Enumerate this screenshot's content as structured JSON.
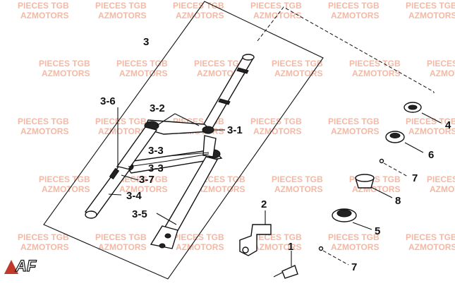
{
  "watermark": {
    "line1": "PIECES TGB",
    "line2": "AZMOTORS"
  },
  "labels": {
    "l3": "3",
    "l3_1": "3-1",
    "l3_2": "3-2",
    "l3_3a": "3-3",
    "l3_3b": "3-3",
    "l3_4": "3-4",
    "l3_5": "3-5",
    "l3_6": "3-6",
    "l3_7": "3-7",
    "l1": "1",
    "l2": "2",
    "l4": "4",
    "l5": "5",
    "l6": "6",
    "l7a": "7",
    "l7b": "7",
    "l8": "8"
  },
  "logo": {
    "text": "AF"
  }
}
